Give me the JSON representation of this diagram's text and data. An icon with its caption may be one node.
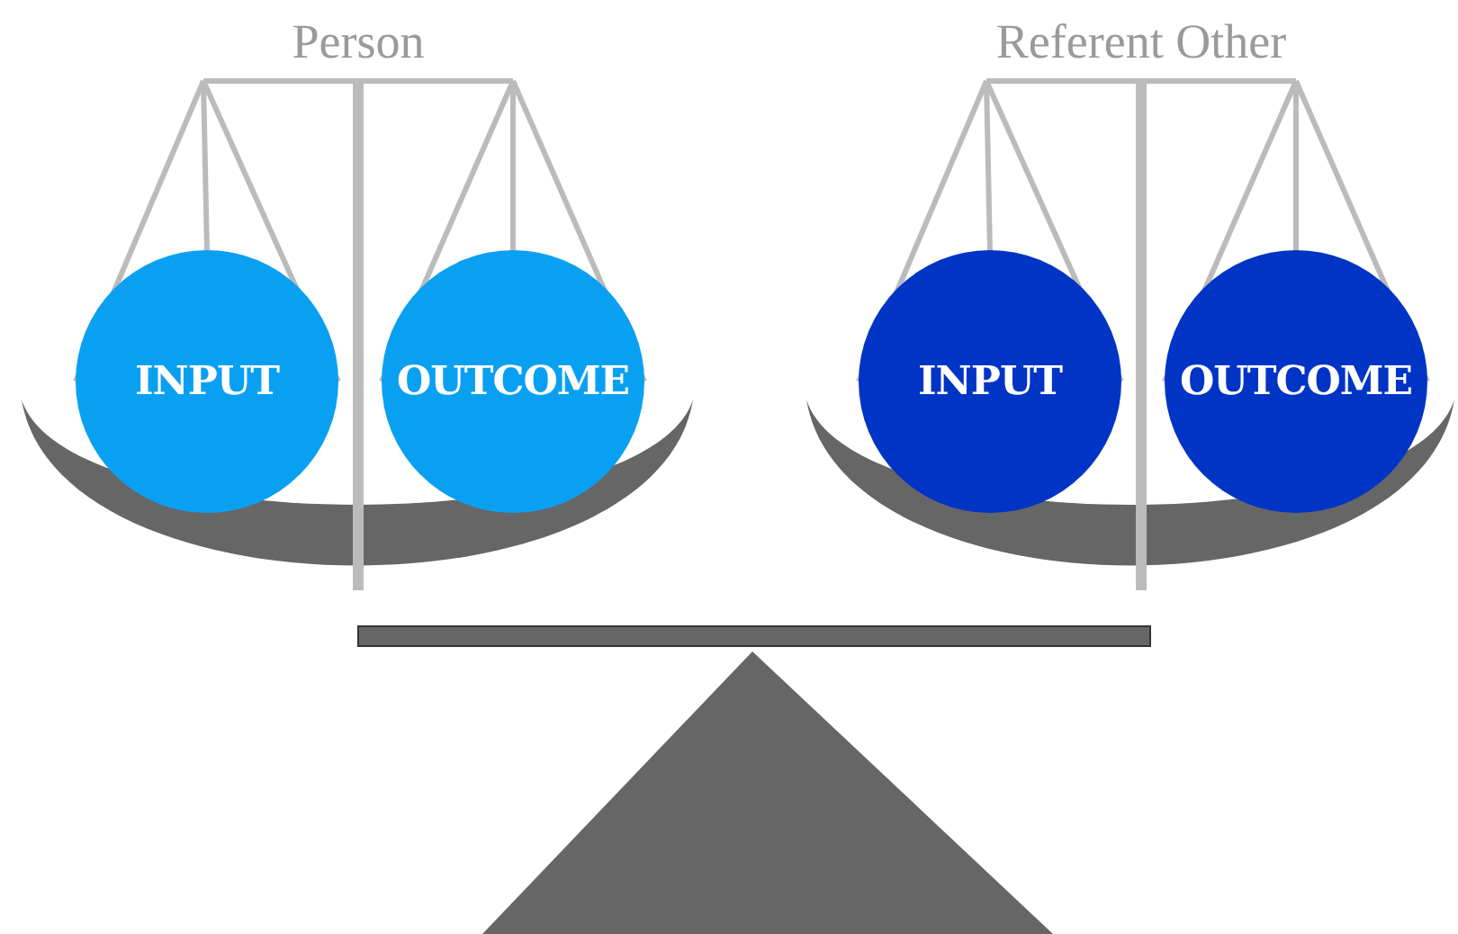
{
  "diagram": {
    "nodes": [
      {
        "text": [
          "INPUT"
        ]
      },
      {
        "text": [
          "OUTCOME"
        ]
      },
      {
        "text": [
          "INPUT"
        ]
      },
      {
        "text": [
          "OUTCOME"
        ]
      }
    ],
    "labels": [
      "Person",
      "Referent Other"
    ]
  }
}
